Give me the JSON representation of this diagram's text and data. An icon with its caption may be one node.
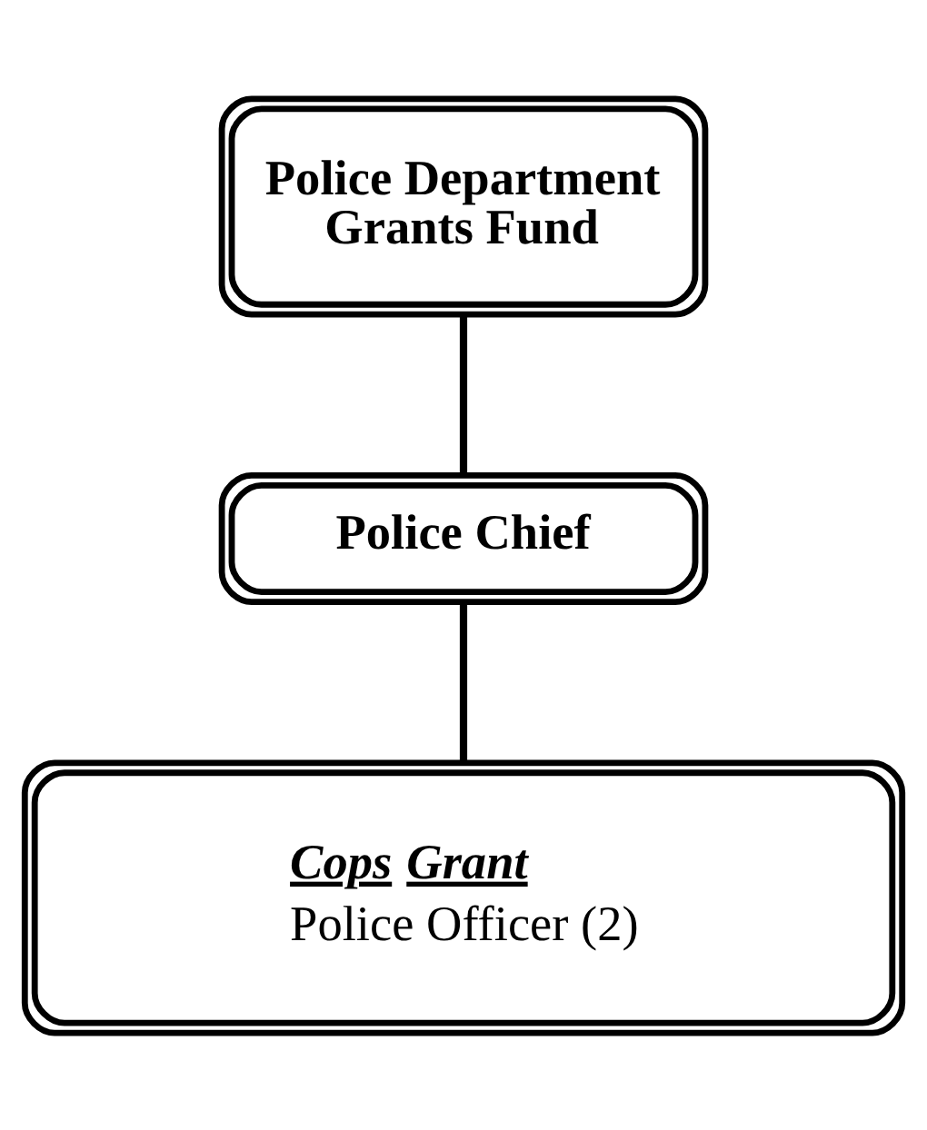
{
  "diagram": {
    "nodes": [
      {
        "text": [
          "Police Department Grants Fund"
        ]
      },
      {
        "text": [
          "Police Chief"
        ]
      },
      {
        "text": [
          "Cops Grant",
          "Police Officer (2)"
        ]
      }
    ],
    "edges": [
      {
        "from": 0,
        "to": 1,
        "arrow": "none"
      },
      {
        "from": 1,
        "to": 2,
        "arrow": "none"
      }
    ]
  }
}
